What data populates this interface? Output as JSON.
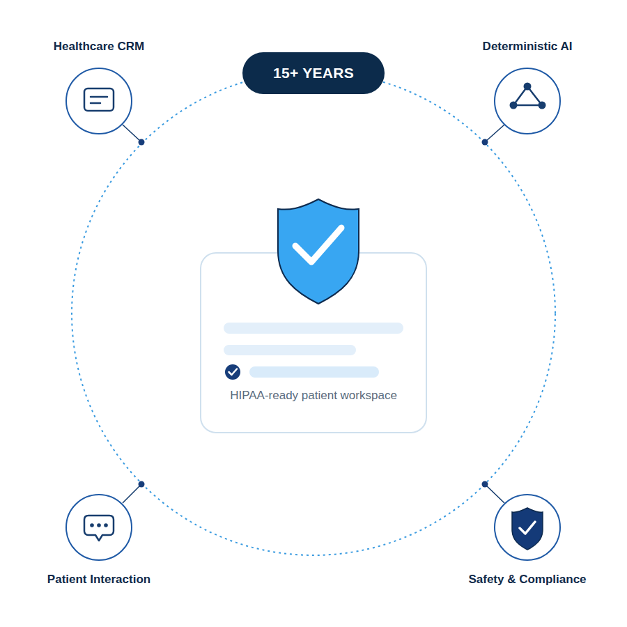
{
  "diagram": {
    "nodes": [
      {
        "text": [
          "Healthcare CRM"
        ]
      },
      {
        "text": [
          "15+ YEARS"
        ]
      },
      {
        "text": [
          "Deterministic AI"
        ]
      },
      {
        "text": [
          "HIPAA-ready patient workspace"
        ]
      },
      {
        "text": [
          "Patient Interaction"
        ]
      },
      {
        "text": [
          "Safety & Compliance"
        ]
      }
    ]
  }
}
